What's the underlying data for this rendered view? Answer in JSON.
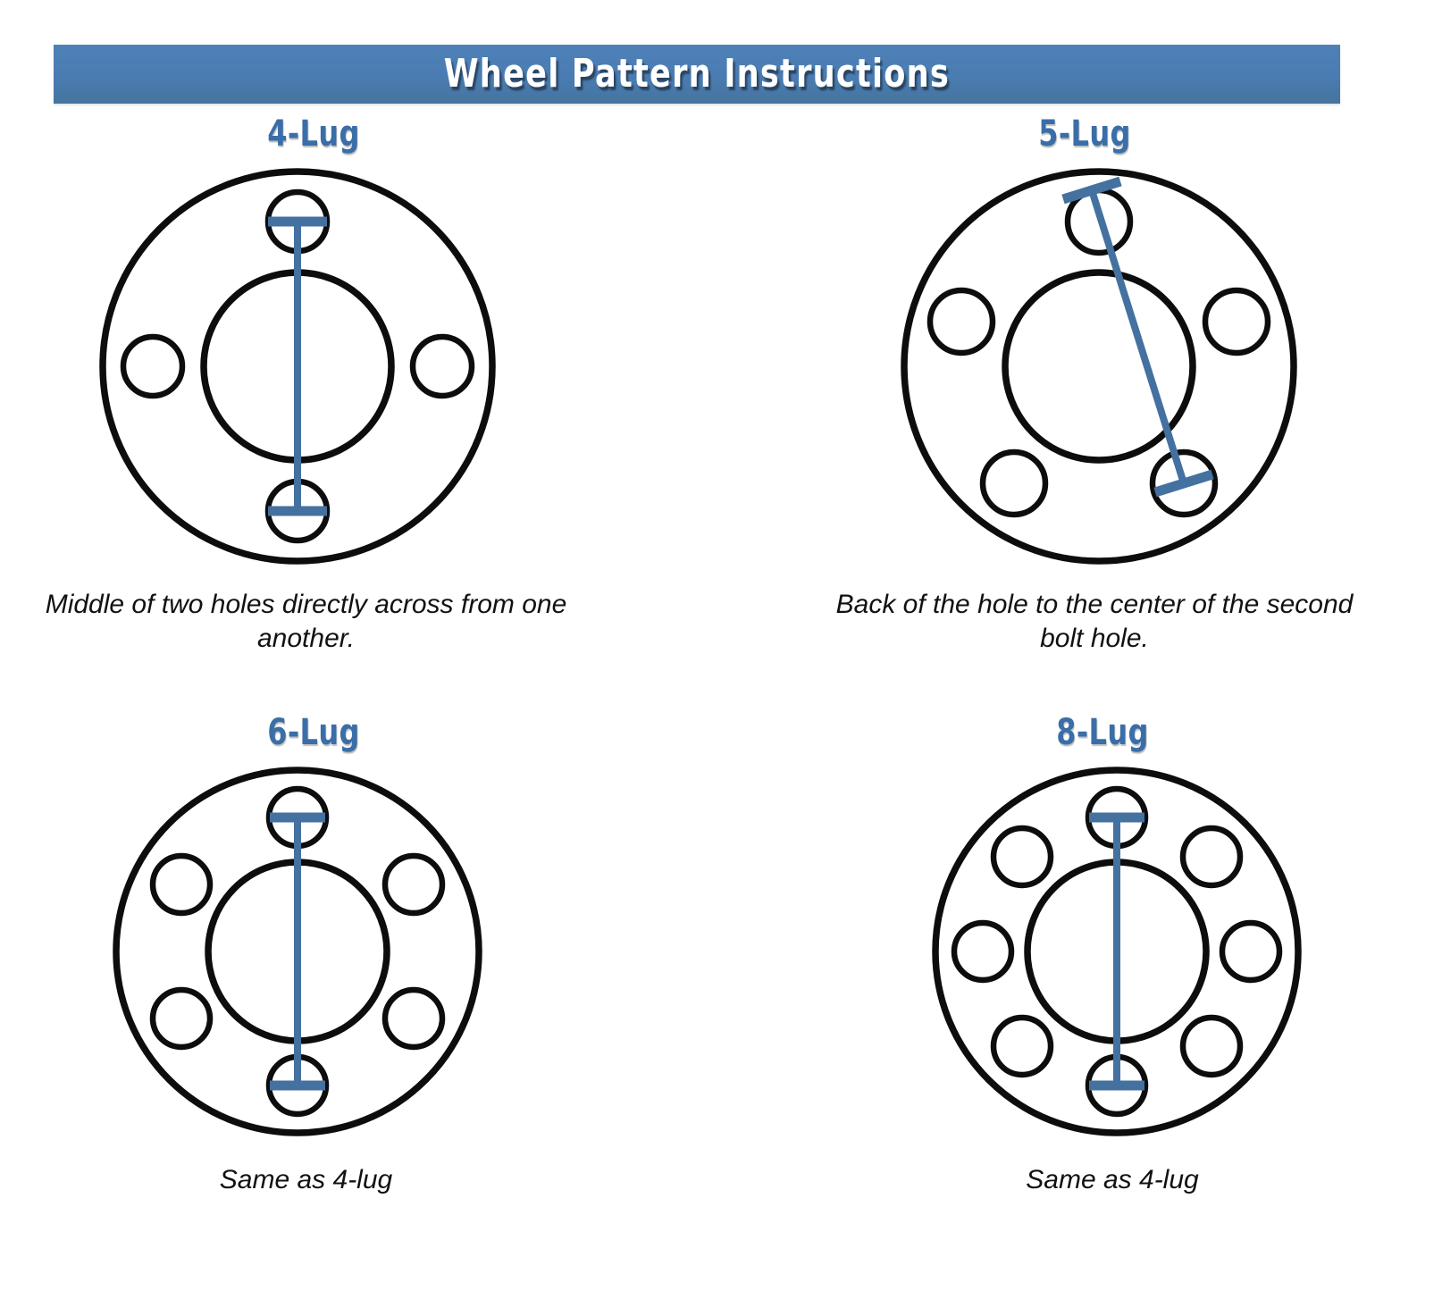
{
  "header": {
    "title": "Wheel Pattern Instructions",
    "banner_color": "#4a7cb2",
    "title_color": "#ffffff"
  },
  "theme": {
    "label_color": "#3a6ea8",
    "measure_line_color": "#44719f",
    "outline_color": "#0d0d0d",
    "background": "#ffffff"
  },
  "diagrams": [
    {
      "id": "4-lug",
      "label": "4-Lug",
      "caption": "Middle of two holes directly across from one another.",
      "lug_count": 4,
      "measurement": "center-of-top-hole-to-center-of-bottom-hole",
      "measurement_orientation": "vertical"
    },
    {
      "id": "5-lug",
      "label": "5-Lug",
      "caption": "Back of the hole to the center of the second bolt hole.",
      "lug_count": 5,
      "measurement": "back-of-top-hole-to-center-of-second-bolt-hole",
      "measurement_orientation": "diagonal"
    },
    {
      "id": "6-lug",
      "label": "6-Lug",
      "caption": "Same as 4-lug",
      "lug_count": 6,
      "measurement": "center-of-top-hole-to-center-of-bottom-hole",
      "measurement_orientation": "vertical"
    },
    {
      "id": "8-lug",
      "label": "8-Lug",
      "caption": "Same as 4-lug",
      "lug_count": 8,
      "measurement": "center-of-top-hole-to-center-of-bottom-hole",
      "measurement_orientation": "vertical"
    }
  ]
}
